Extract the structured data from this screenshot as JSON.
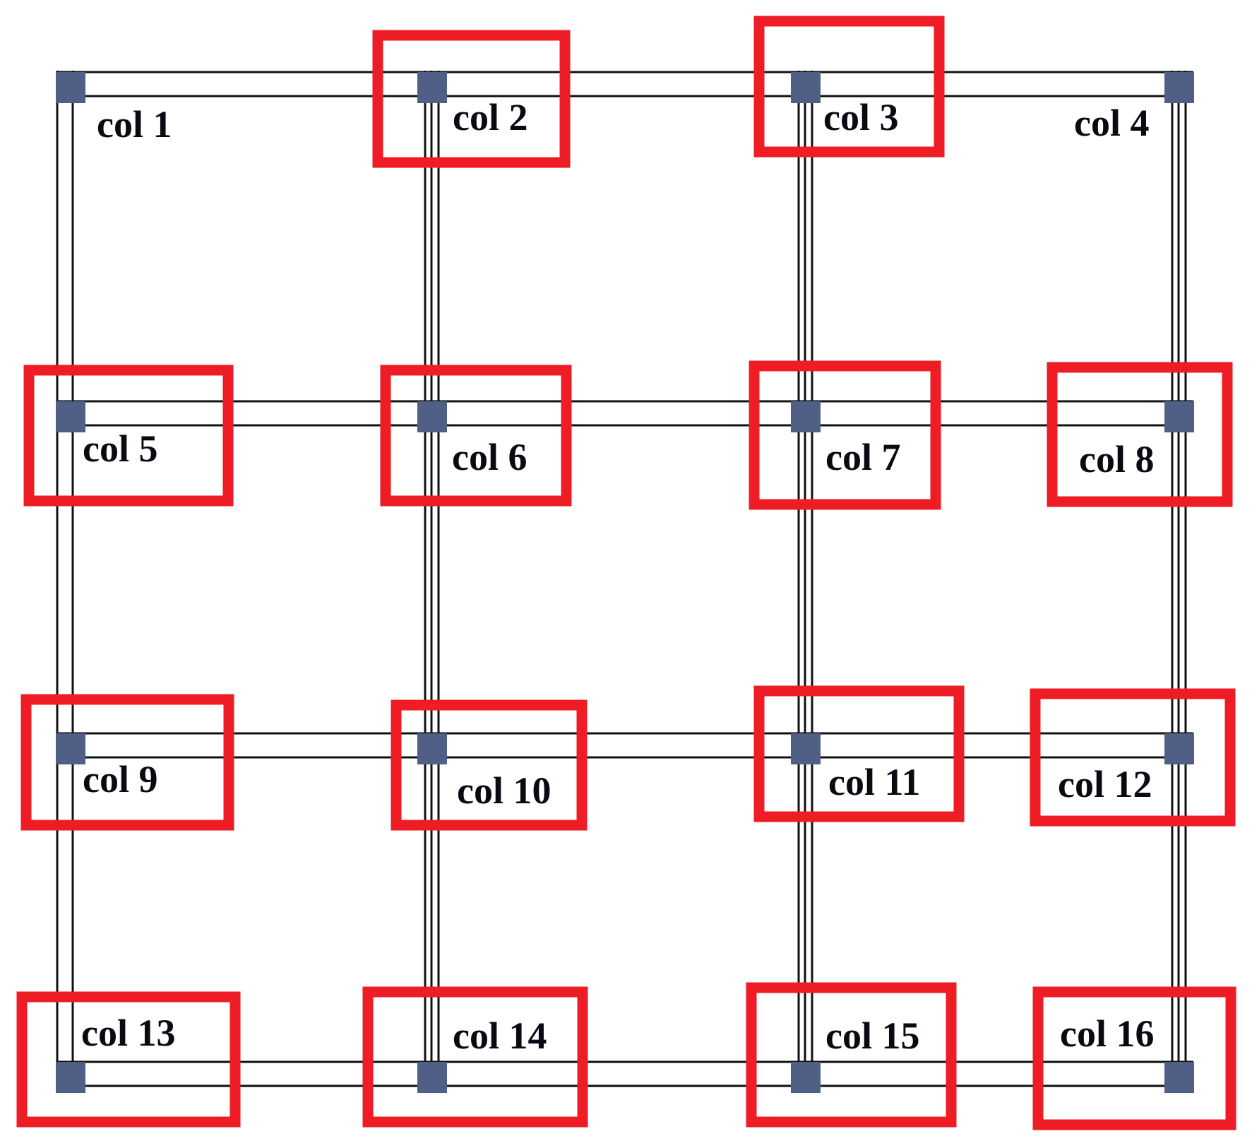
{
  "colors": {
    "beam_line": "#111111",
    "column_fill": "#4f5f85",
    "highlight": "#ee1c25",
    "background": "#ffffff"
  },
  "columns": [
    {
      "id": 1,
      "label": "col 1",
      "highlighted": false
    },
    {
      "id": 2,
      "label": "col 2",
      "highlighted": true
    },
    {
      "id": 3,
      "label": "col 3",
      "highlighted": true
    },
    {
      "id": 4,
      "label": "col 4",
      "highlighted": false
    },
    {
      "id": 5,
      "label": "col 5",
      "highlighted": true
    },
    {
      "id": 6,
      "label": "col 6",
      "highlighted": true
    },
    {
      "id": 7,
      "label": "col 7",
      "highlighted": true
    },
    {
      "id": 8,
      "label": "col 8",
      "highlighted": true
    },
    {
      "id": 9,
      "label": "col 9",
      "highlighted": true
    },
    {
      "id": 10,
      "label": "col 10",
      "highlighted": true
    },
    {
      "id": 11,
      "label": "col 11",
      "highlighted": true
    },
    {
      "id": 12,
      "label": "col 12",
      "highlighted": true
    },
    {
      "id": 13,
      "label": "col 13",
      "highlighted": true
    },
    {
      "id": 14,
      "label": "col 14",
      "highlighted": true
    },
    {
      "id": 15,
      "label": "col 15",
      "highlighted": true
    },
    {
      "id": 16,
      "label": "col 16",
      "highlighted": true
    }
  ]
}
